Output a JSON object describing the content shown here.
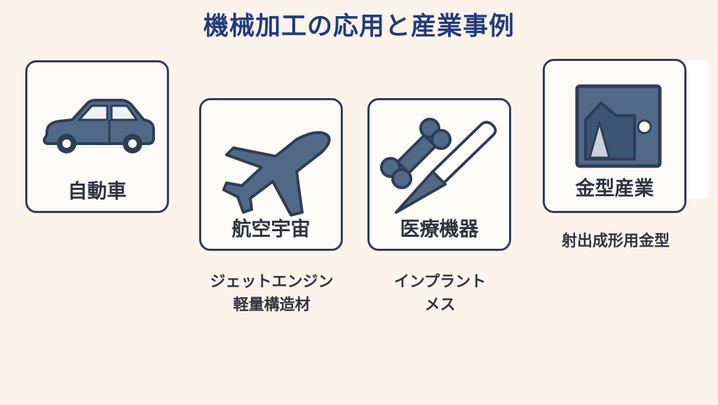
{
  "title": "機械加工の応用と産業事例",
  "cards": [
    {
      "label": "自動車",
      "icon": "car-icon"
    },
    {
      "label": "航空宇宙",
      "icon": "airplane-icon",
      "details": [
        "ジェットエンジン",
        "軽量構造材"
      ]
    },
    {
      "label": "医療機器",
      "icon": "bone-scalpel-icon",
      "details": [
        "インプラント",
        "メス"
      ]
    },
    {
      "label": "金型産業",
      "icon": "mold-icon",
      "details": [
        "射出成形用金型"
      ]
    }
  ],
  "colors": {
    "title": "#223d78",
    "icon_fill": "#4f6987",
    "icon_stroke": "#2e3d56",
    "background": "#fcf3eb"
  }
}
